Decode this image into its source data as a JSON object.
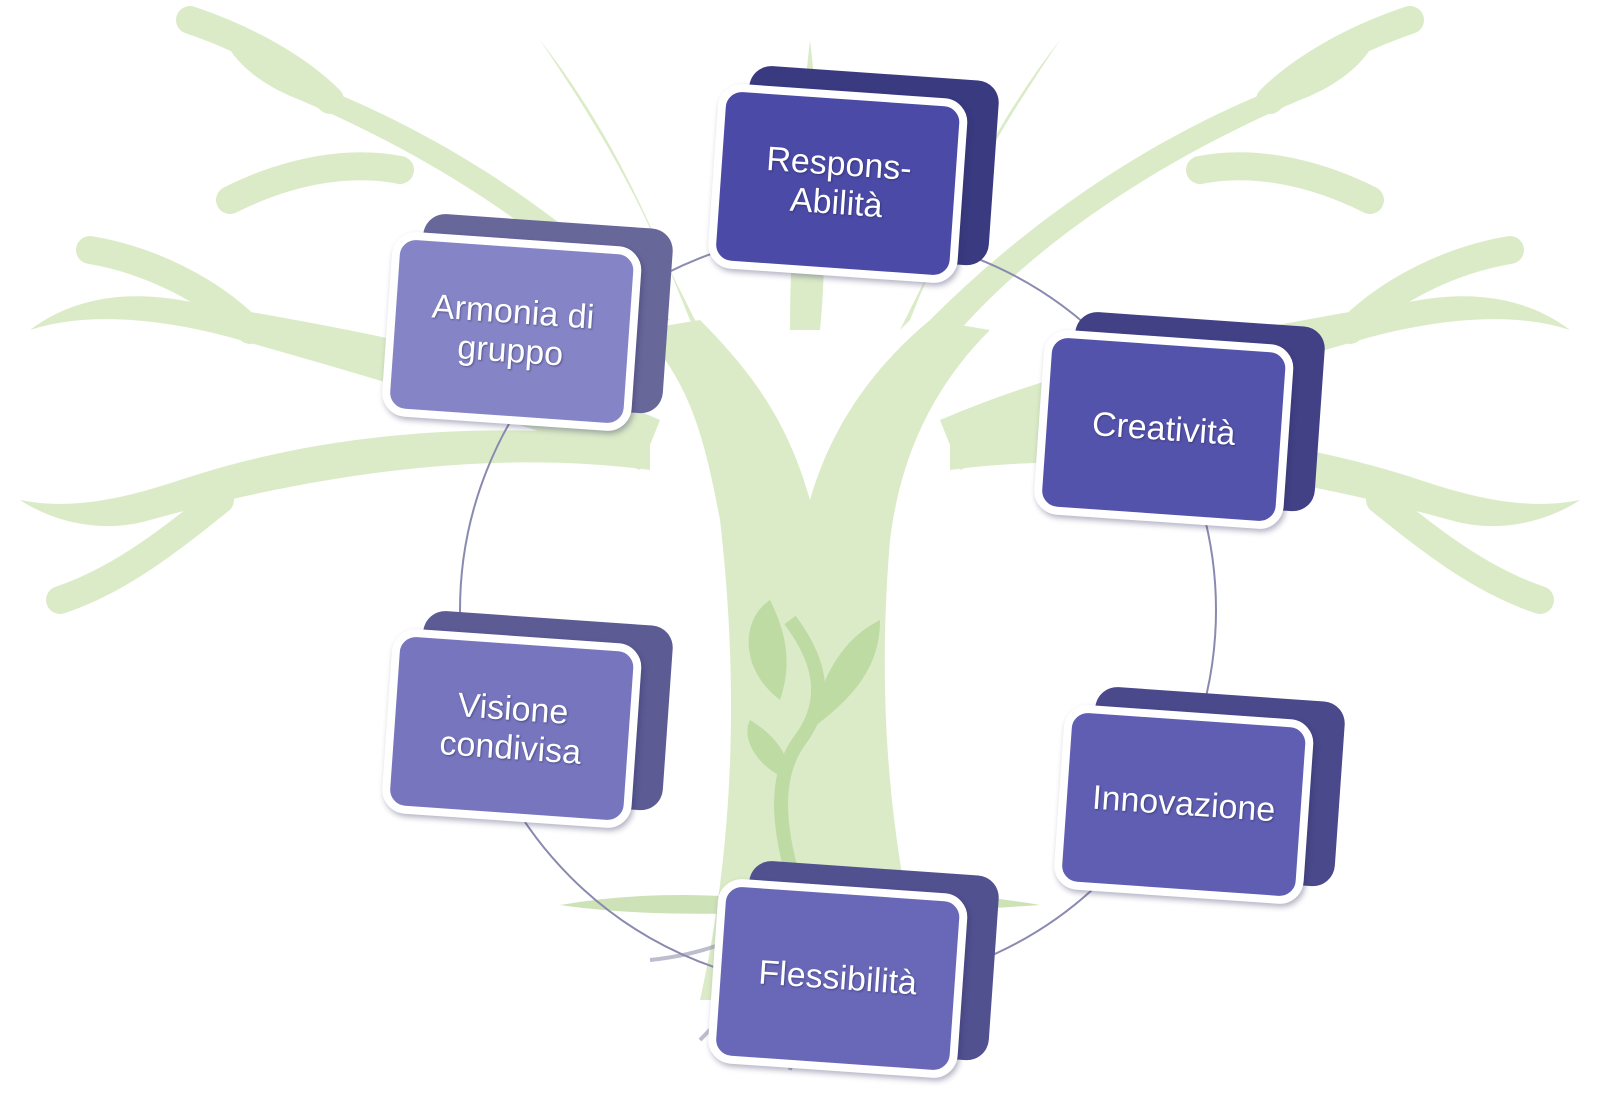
{
  "diagram": {
    "type": "cycle",
    "nodes": [
      {
        "id": "responsabilita",
        "label": "Respons-\nAbilità",
        "color": "#4b4aa6"
      },
      {
        "id": "creativita",
        "label": "Creatività",
        "color": "#5453ac"
      },
      {
        "id": "innovazione",
        "label": "Innovazione",
        "color": "#5f5eb2"
      },
      {
        "id": "flessibilita",
        "label": "Flessibilità",
        "color": "#6968b8"
      },
      {
        "id": "visione",
        "label": "Visione\ncondivisa",
        "color": "#7675be"
      },
      {
        "id": "armonia",
        "label": "Armonia di\ngruppo",
        "color": "#8584c6"
      }
    ],
    "connector_color": "#8a8ab0",
    "background": {
      "tree_color": "#cfe5b4",
      "sprout_color": "#a9cf86",
      "roots_color": "#6b6b8f"
    }
  }
}
